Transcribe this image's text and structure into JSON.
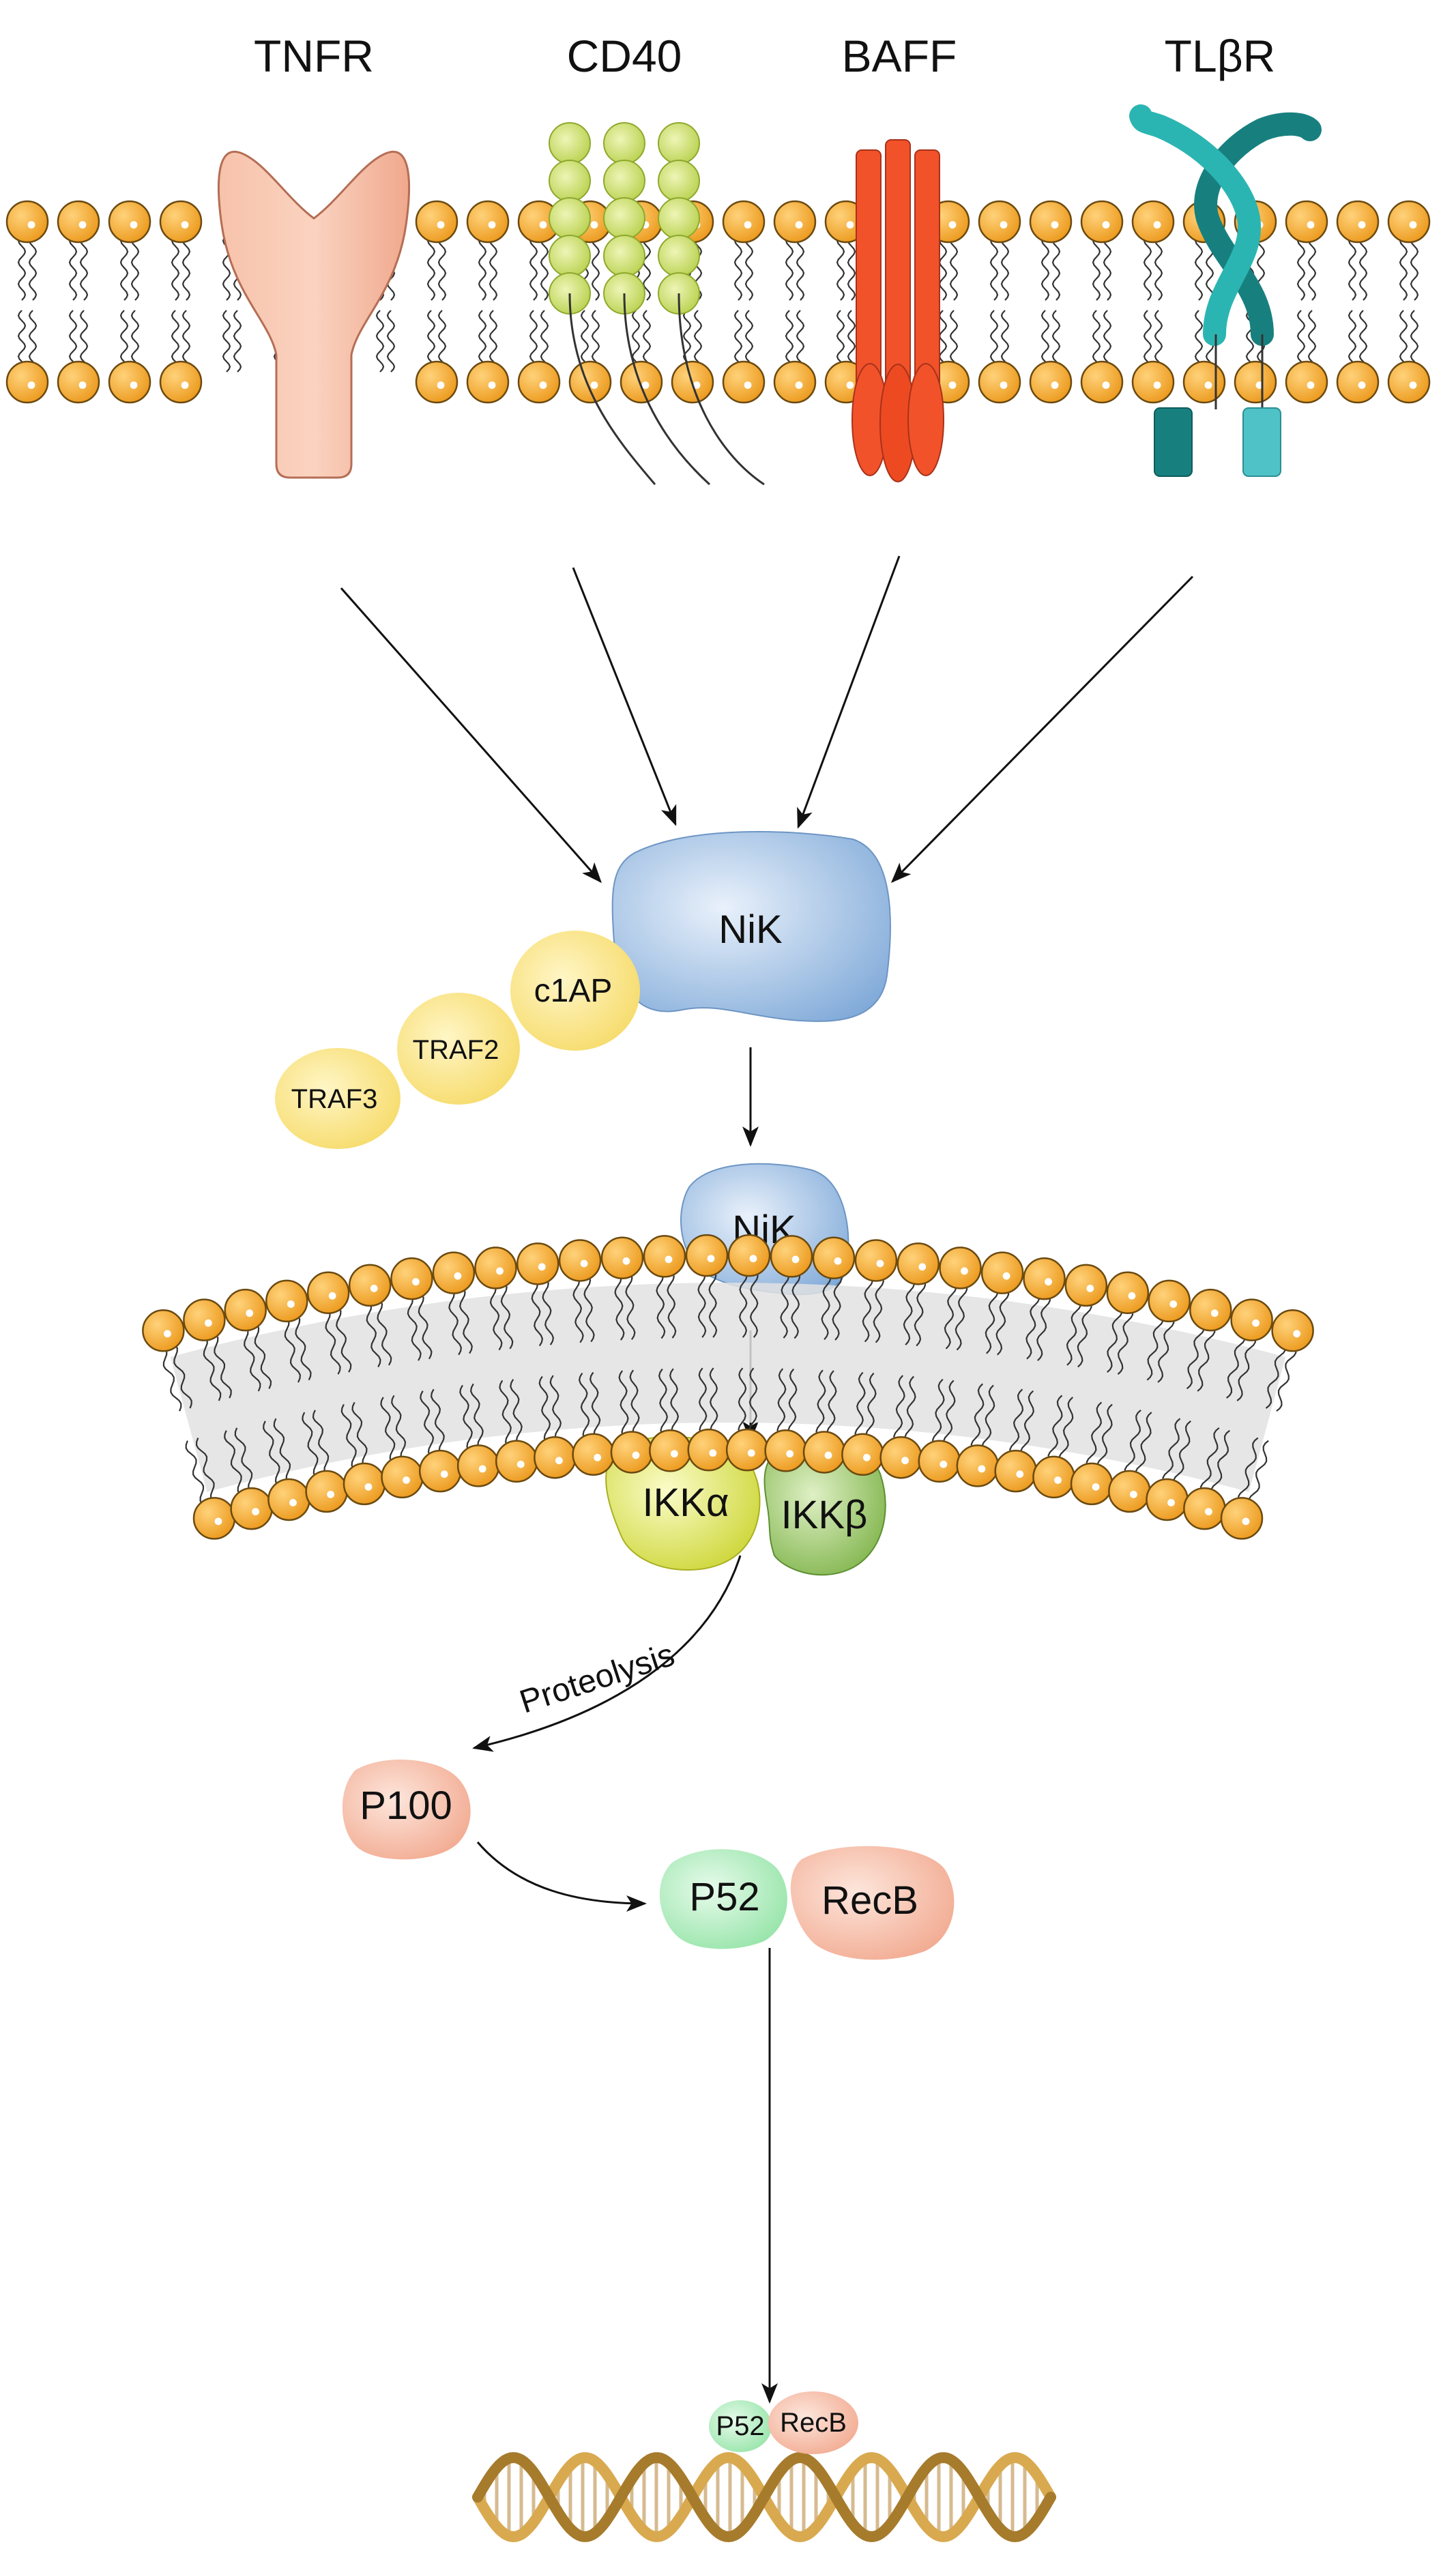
{
  "receptors": {
    "tnfr": "TNFR",
    "cd40": "CD40",
    "baff": "BAFF",
    "tlbr": "TLβR"
  },
  "complex": {
    "traf3": "TRAF3",
    "traf2": "TRAF2",
    "c1ap": "c1AP"
  },
  "molecules": {
    "nik": "NiK",
    "nik_active": "NiK",
    "ikka": "IKKα",
    "ikkb": "IKKβ",
    "p100": "P100",
    "p52": "P52",
    "recb": "RecB",
    "p52_dna": "P52",
    "recb_dna": "RecB"
  },
  "process": {
    "proteolysis": "Proteolysis"
  },
  "colors": {
    "lipid_head": "#f5a623",
    "lipid_outline": "#6b4a10",
    "nik_blue": "#8fb7e3",
    "traf_yellow": "#f7e07a",
    "ikka_yellow": "#dbe45c",
    "ikkb_green": "#8fc35a",
    "p_salmon": "#f4b9a3",
    "p52_green": "#a8ecb6",
    "tnfr_peach": "#f6b49a",
    "cd40_green": "#c6dc6a",
    "baff_red": "#f1522a",
    "tlbr_teal": "#1f9a9a",
    "dna_gold": "#e0b25a"
  }
}
